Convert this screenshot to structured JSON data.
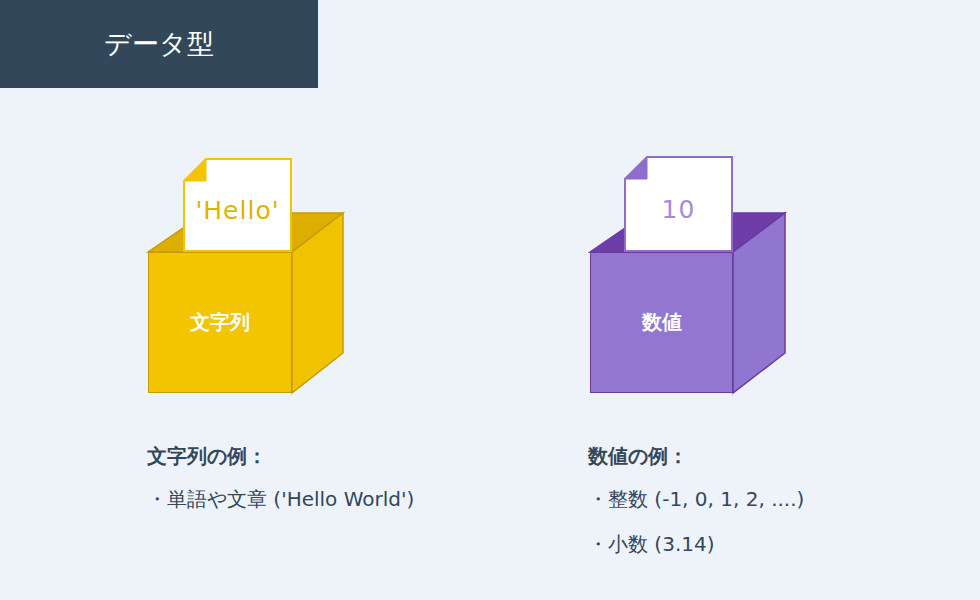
{
  "diagram": {
    "title": "データ型",
    "nodes": [
      {
        "text": [
          "'Hello'"
        ]
      },
      {
        "text": [
          "文字列"
        ]
      },
      {
        "text": [
          "10"
        ]
      },
      {
        "text": [
          "数値"
        ]
      }
    ],
    "labels": [
      "文字列の例：",
      "・単語や文章 ('Hello World')",
      "数値の例：",
      "・整数 (-1, 0, 1, 2, ....)",
      "・小数 (3.14)"
    ]
  }
}
